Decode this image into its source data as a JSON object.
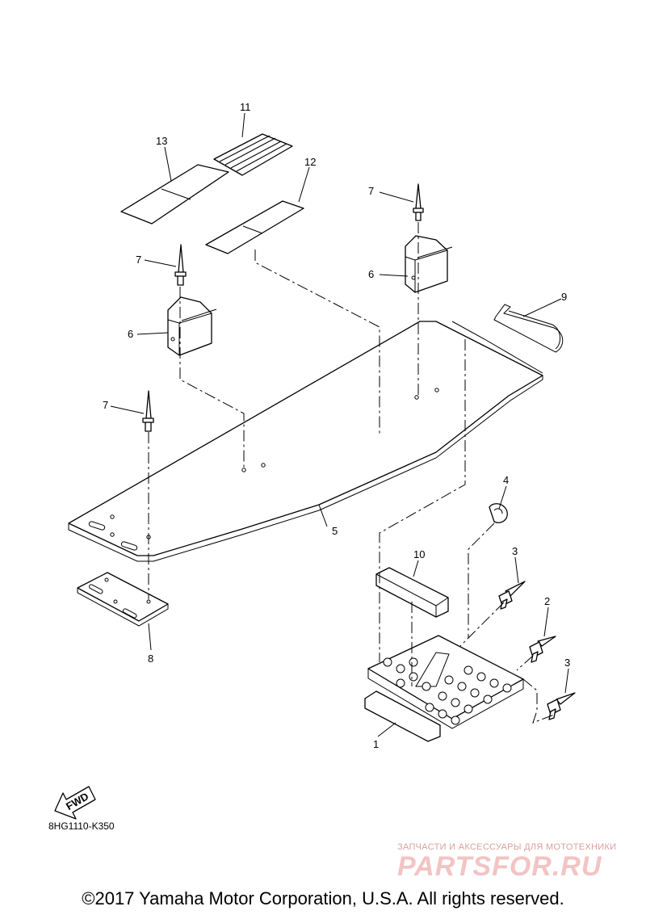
{
  "callouts": {
    "n1": "1",
    "n2": "2",
    "n3a": "3",
    "n3b": "3",
    "n4": "4",
    "n5": "5",
    "n6a": "6",
    "n6b": "6",
    "n7a": "7",
    "n7b": "7",
    "n7c": "7",
    "n8": "8",
    "n9": "9",
    "n10": "10",
    "n11": "11",
    "n12": "12",
    "n13": "13"
  },
  "fwd_label": "FWD",
  "diagram_code": "8HG1110-K350",
  "watermark": {
    "tagline": "ЗАПЧАСТИ И АКСЕССУАРЫ ДЛЯ МОТОТЕХНИКИ",
    "brand": "PARTSFOR.RU"
  },
  "copyright": "©2017 Yamaha Motor Corporation, U.S.A. All rights reserved.",
  "colors": {
    "line": "#000000",
    "background": "#ffffff",
    "watermark": "#f2c4c4"
  }
}
